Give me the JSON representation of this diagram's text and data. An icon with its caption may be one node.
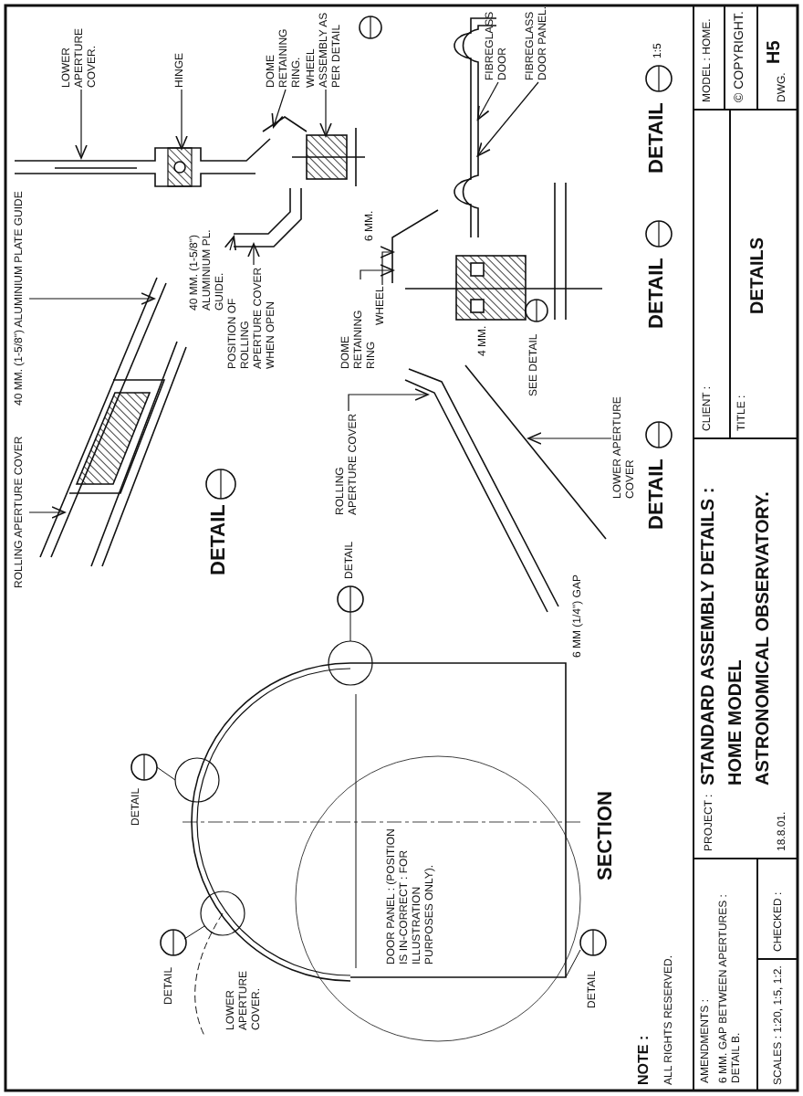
{
  "diagram": {
    "nodes": [
      {
        "text": [
          "LOWER APERTURE COVER."
        ]
      },
      {
        "text": [
          "HINGE"
        ]
      },
      {
        "text": [
          "DOME RETAINING RING."
        ]
      },
      {
        "text": [
          "WHEEL ASSEMBLY AS PER DETAIL"
        ]
      },
      {
        "text": [
          "40 MM. (1-5/8\") ALUMINIUM PLATE GUIDE"
        ]
      },
      {
        "text": [
          "ROLLING APERTURE COVER"
        ]
      },
      {
        "text": [
          "40 MM. (1-5/8\") ALUMINIUM PL. GUIDE."
        ]
      },
      {
        "text": [
          "POSITION OF ROLLING APERTURE COVER WHEN OPEN"
        ]
      },
      {
        "text": [
          "DOME RETAINING RING"
        ]
      },
      {
        "text": [
          "WHEEL"
        ]
      },
      {
        "text": [
          "ROLLING APERTURE COVER"
        ]
      },
      {
        "text": [
          "LOWER APERTURE COVER"
        ]
      },
      {
        "text": [
          "FIBREGLASS DOOR"
        ]
      },
      {
        "text": [
          "FIBREGLASS DOOR PANEL."
        ]
      },
      {
        "text": [],
        "shape": "picture"
      },
      {
        "text": [],
        "shape": "picture"
      },
      {
        "text": [],
        "shape": "picture",
        "beside": [
          "DETAIL"
        ]
      },
      {
        "text": [],
        "shape": "picture"
      },
      {
        "text": [],
        "shape": "picture",
        "beside": [
          "DETAIL"
        ]
      },
      {
        "text": [],
        "shape": "picture"
      },
      {
        "text": [],
        "shape": "picture"
      }
    ],
    "edges": [
      {
        "from": 0,
        "to": 14,
        "arrow": "to"
      },
      {
        "from": 1,
        "to": 14,
        "arrow": "to"
      },
      {
        "from": 2,
        "to": 15,
        "arrow": "to"
      },
      {
        "from": 3,
        "to": 15,
        "arrow": "to"
      },
      {
        "from": 4,
        "to": 16,
        "arrow": "to"
      },
      {
        "from": 5,
        "to": 16,
        "arrow": "to"
      },
      {
        "from": 6,
        "to": 17,
        "arrow": "to"
      },
      {
        "from": 7,
        "to": 17,
        "arrow": "to"
      },
      {
        "from": 8,
        "to": 18,
        "arrow": "to"
      },
      {
        "from": 9,
        "to": 18,
        "arrow": "to"
      },
      {
        "from": 10,
        "to": 19,
        "arrow": "to"
      },
      {
        "from": 11,
        "to": 19,
        "arrow": "to"
      },
      {
        "from": 12,
        "to": 20,
        "arrow": "to"
      },
      {
        "from": 13,
        "to": 20,
        "arrow": "to"
      }
    ],
    "labels": [
      "DETAIL",
      "DETAIL",
      "DETAIL",
      "DETAIL",
      "SEE DETAIL",
      "6 MM.",
      "4 MM.",
      "6 MM (1/4\") GAP",
      "LOWER APERTURE COVER.",
      "DOOR PANEL : (POSITION IS IN-CORRECT : FOR ILLUSTRATION PURPOSES ONLY).",
      "SECTION",
      "DETAIL",
      "DETAIL",
      "1:5",
      "NOTE :",
      "ALL RIGHTS RESERVED.",
      "AMENDMENTS :",
      "6 MM. GAP BETWEEN APERTURES : DETAIL B.",
      "SCALES : 1:20, 1:5, 1:2.",
      "CHECKED :",
      "PROJECT :",
      "STANDARD ASSEMBLY DETAILS :",
      "HOME MODEL",
      "ASTRONOMICAL OBSERVATORY.",
      "18.8.01.",
      "CLIENT :",
      "TITLE :",
      "DETAILS",
      "MODEL : HOME.",
      "© COPYRIGHT.",
      "DWG.",
      "H5"
    ]
  }
}
